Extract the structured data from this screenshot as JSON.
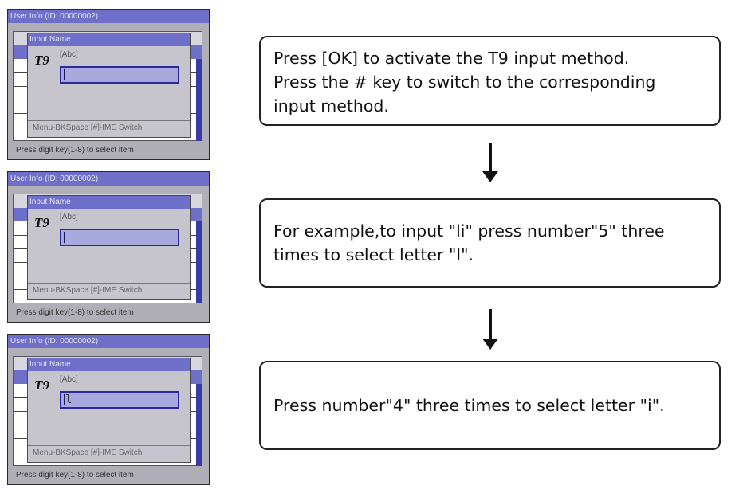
{
  "screens": [
    {
      "title": "User Info (ID: 00000002)",
      "dialog_title": "Input Name",
      "t9_label": "T9",
      "mode": "[Abc]",
      "field_value": "",
      "hint": "Menu-BKSpace  [#]-IME Switch",
      "status": "Press digit key(1-8) to select item"
    },
    {
      "title": "User Info (ID: 00000002)",
      "dialog_title": "Input Name",
      "t9_label": "T9",
      "mode": "[Abc]",
      "field_value": "",
      "hint": "Menu-BKSpace  [#]-IME Switch",
      "status": "Press digit key(1-8) to select item"
    },
    {
      "title": "User Info (ID: 00000002)",
      "dialog_title": "Input Name",
      "t9_label": "T9",
      "mode": "[Abc]",
      "field_value": "l",
      "hint": "Menu-BKSpace  [#]-IME Switch",
      "status": "Press digit key(1-8) to select item"
    }
  ],
  "steps": [
    {
      "text": "Press [OK] to activate the T9 input method.\nPress the # key to switch to the corresponding\ninput method."
    },
    {
      "text": "For example,to input \"li\"  press number\"5\" three\ntimes to select letter \"l\"."
    },
    {
      "text": "Press number\"4\" three times to select letter \"i\"."
    }
  ],
  "colors": {
    "title_bar": "#6e6fc8",
    "input_field": "#a9a8dc",
    "screen_bg": "#b0aeb6"
  },
  "icons": {
    "flow_arrow": "arrow-down-icon"
  }
}
